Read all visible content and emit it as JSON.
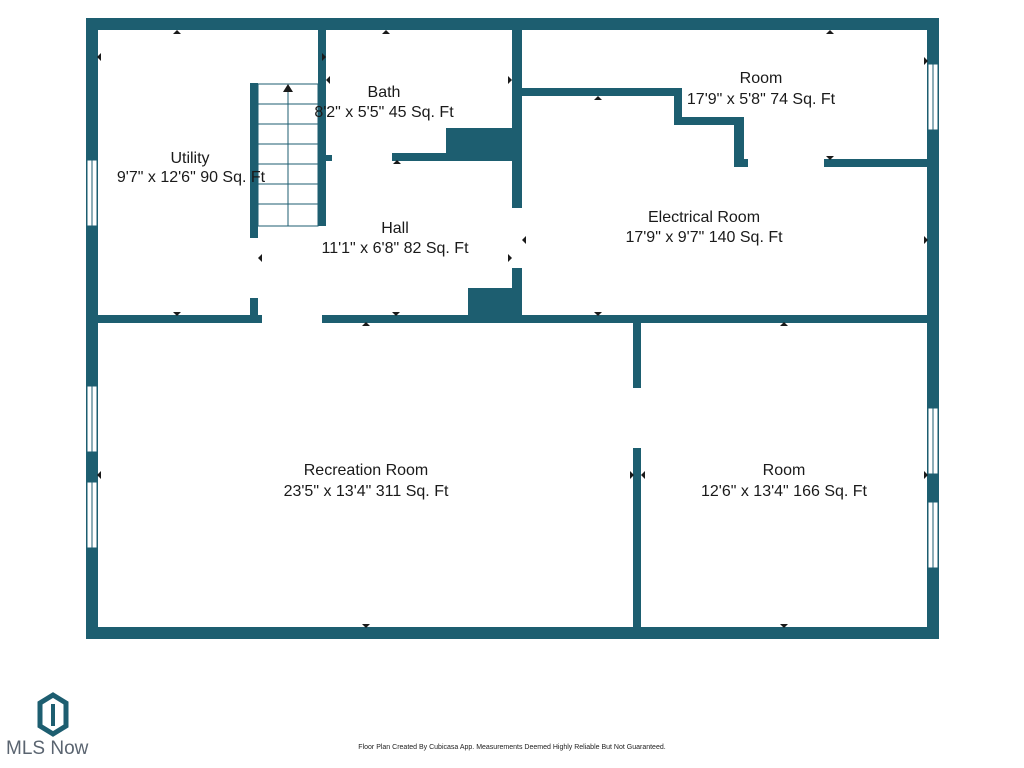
{
  "rooms": [
    {
      "id": "utility",
      "name": "Utility",
      "dims": "9'7\" x 12'6\" 90 Sq. Ft"
    },
    {
      "id": "bath",
      "name": "Bath",
      "dims": "8'2\" x 5'5\" 45 Sq. Ft"
    },
    {
      "id": "room-top",
      "name": "Room",
      "dims": "17'9\" x 5'8\" 74 Sq. Ft"
    },
    {
      "id": "hall",
      "name": "Hall",
      "dims": "11'1\" x 6'8\" 82 Sq. Ft"
    },
    {
      "id": "electrical",
      "name": "Electrical Room",
      "dims": "17'9\" x 9'7\" 140 Sq. Ft"
    },
    {
      "id": "recreation",
      "name": "Recreation Room",
      "dims": "23'5\" x 13'4\" 311 Sq. Ft"
    },
    {
      "id": "room-bottom",
      "name": "Room",
      "dims": "12'6\" x 13'4\" 166 Sq. Ft"
    }
  ],
  "footer": {
    "note": "Floor Plan Created By Cubicasa App. Measurements Deemed Highly Reliable But Not Guaranteed.",
    "logo_text": "MLS Now"
  },
  "colors": {
    "wall": "#1d5e70",
    "window": "#ffffff",
    "text": "#1a1a1a",
    "logo": "#1d5e70"
  }
}
